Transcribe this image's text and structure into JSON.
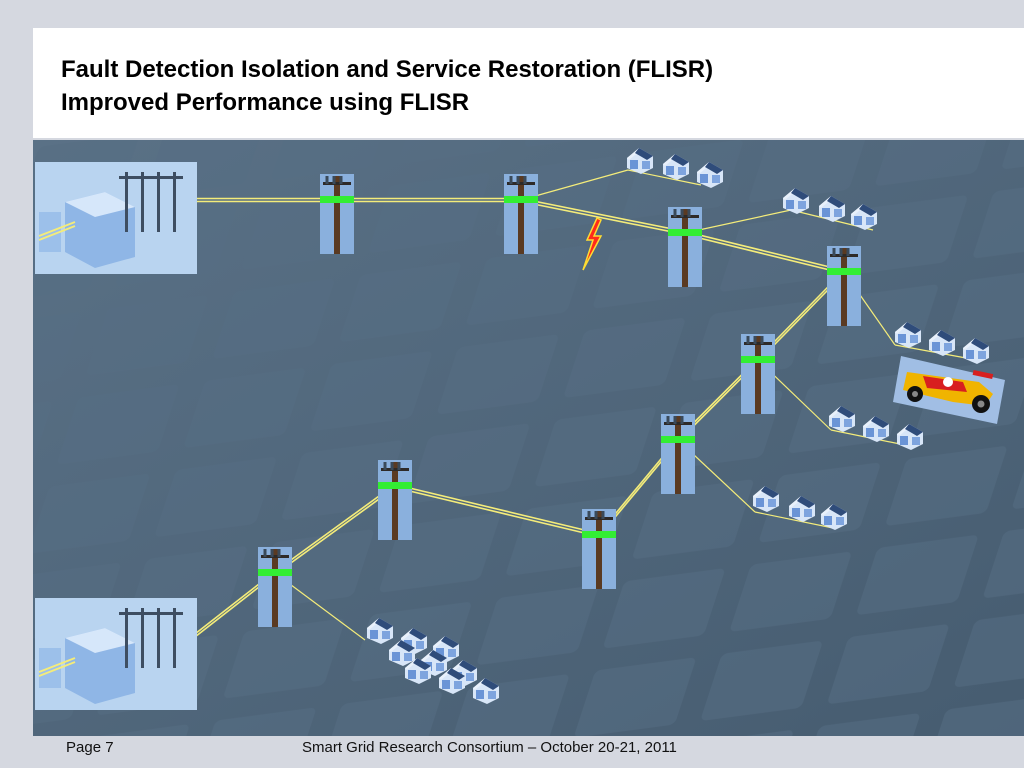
{
  "slide": {
    "title_line_1": "Fault Detection Isolation and Service Restoration (FLISR)",
    "title_line_2": "Improved Performance using FLISR"
  },
  "footer": {
    "page_label": "Page 7",
    "credit": "Smart Grid Research Consortium – October 20-21, 2011"
  },
  "diagram": {
    "icons": {
      "substation": "substation-icon",
      "pole": "utility-pole-icon",
      "switch": "recloser-switch-icon",
      "house": "house-icon",
      "fault": "lightning-fault-icon",
      "car": "race-car-icon"
    },
    "colors": {
      "background": "#4d6478",
      "line": "#f4ec7a",
      "switch_closed": "#33ee33",
      "fault": "#ff2a1a",
      "house": "#8fb4e8",
      "pole_bg": "#8ab0dd",
      "pole": "#5a3a22"
    }
  }
}
